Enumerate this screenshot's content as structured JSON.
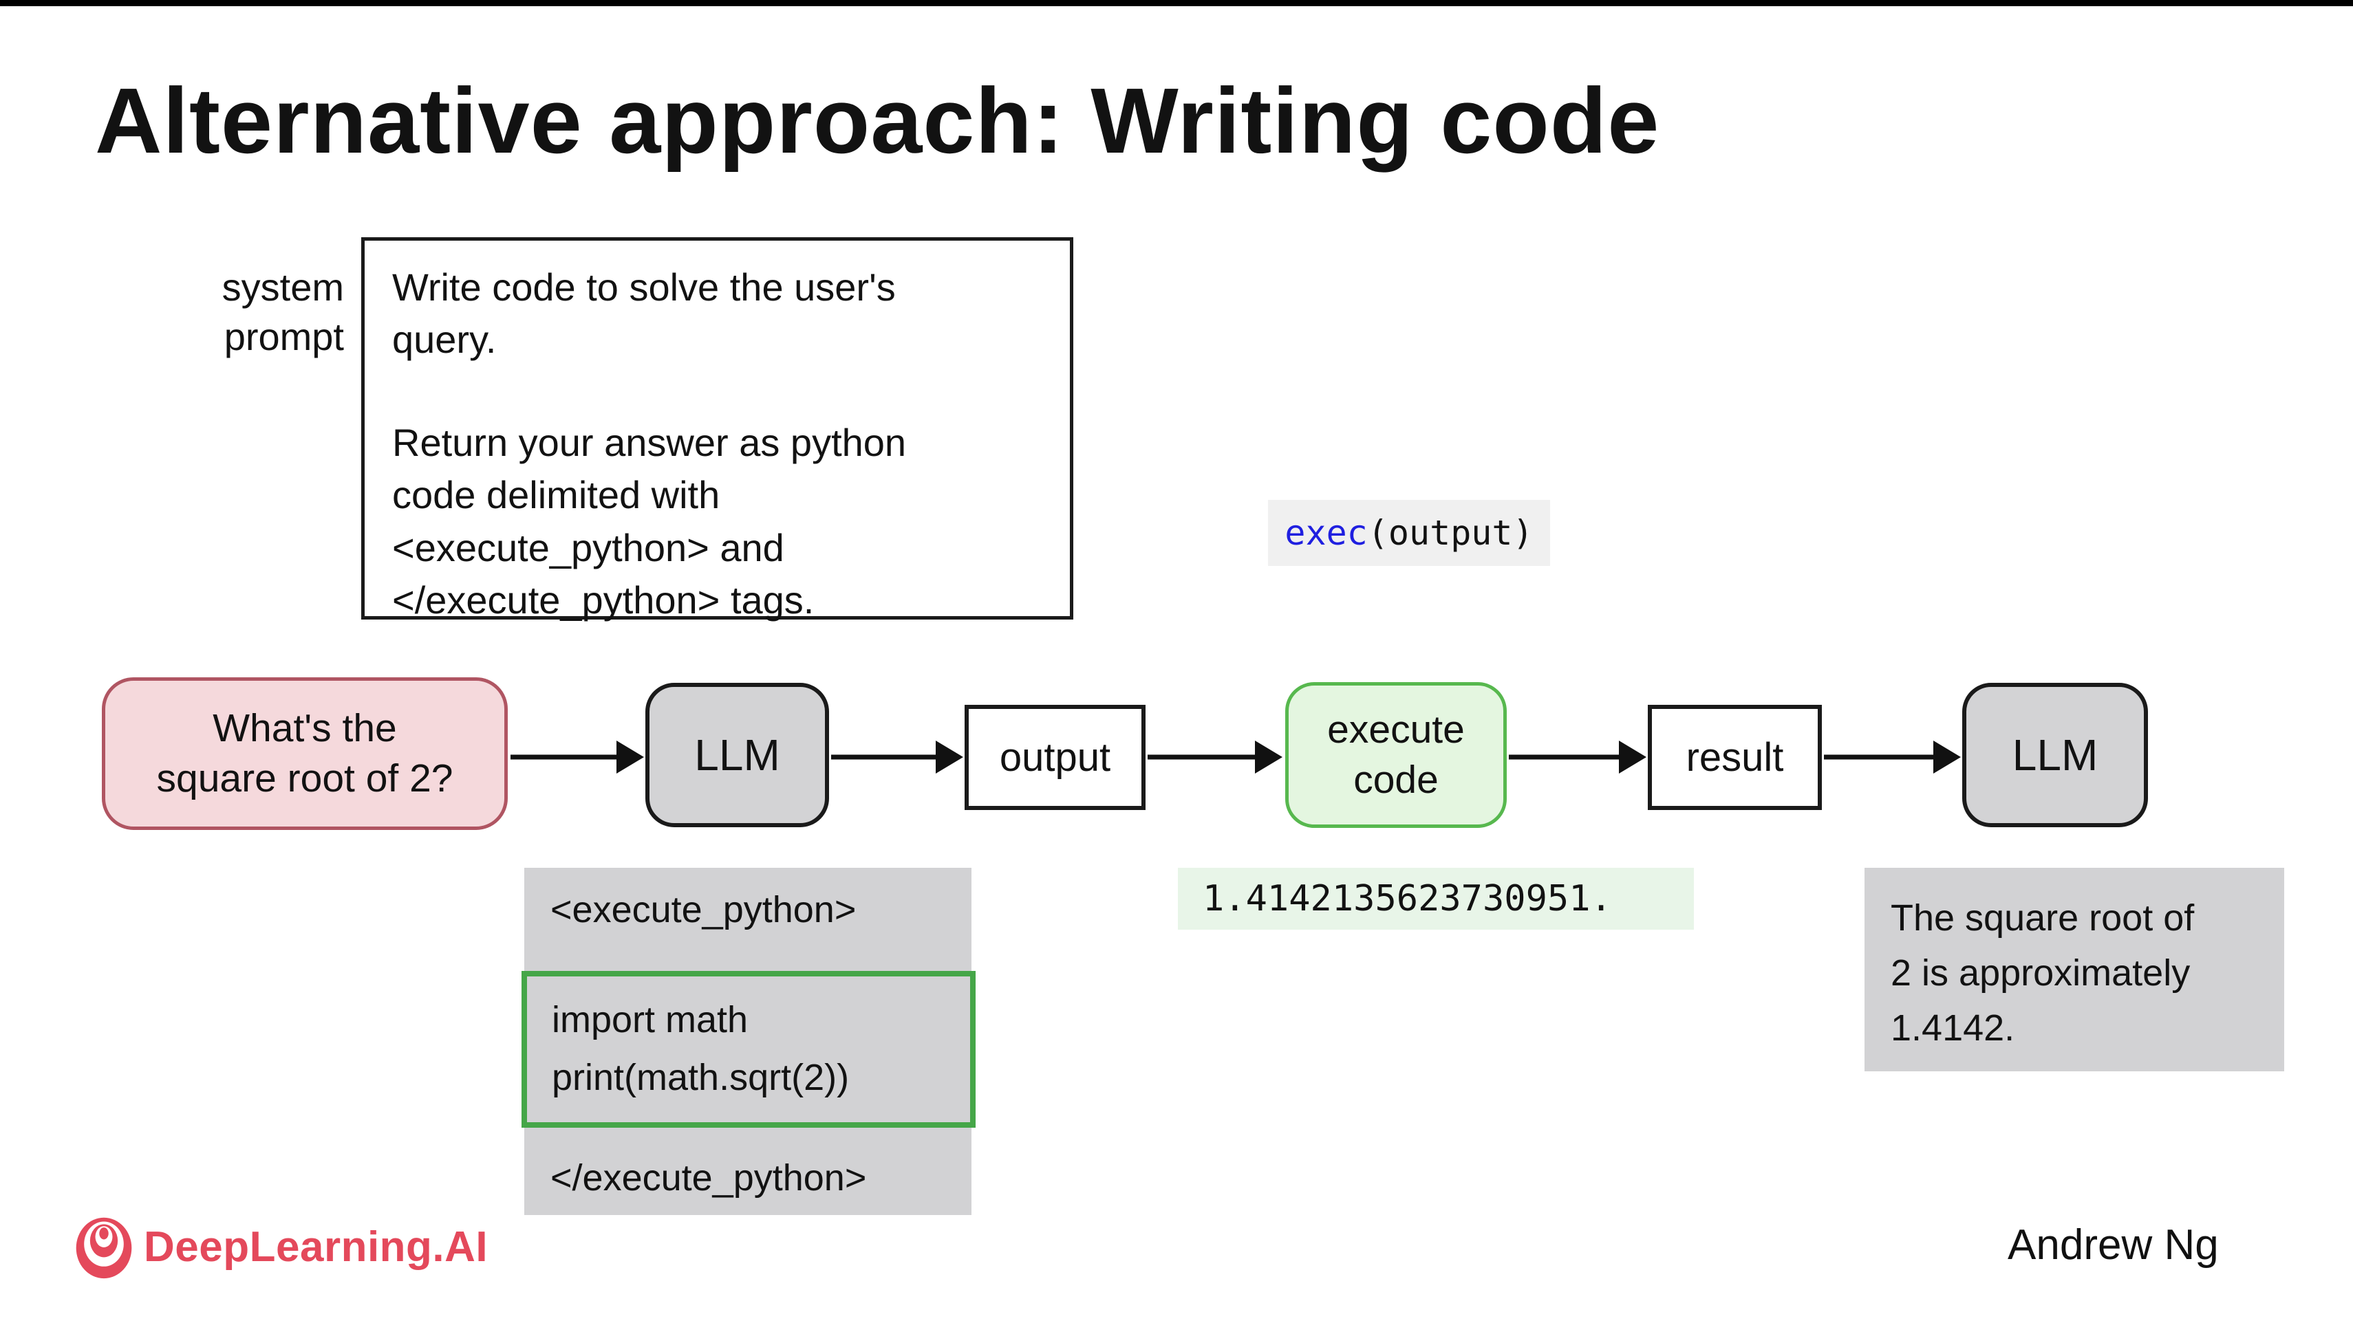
{
  "slide": {
    "title": "Alternative approach: Writing code",
    "author": "Andrew Ng",
    "brand": "DeepLearning.AI"
  },
  "system_prompt": {
    "label_lines": [
      "system",
      "prompt"
    ],
    "paragraphs": [
      "Write code to solve the user's query.",
      "Return your answer as python code delimited with <execute_python> and </execute_python> tags."
    ]
  },
  "exec_call": {
    "keyword": "exec",
    "args": "(output)"
  },
  "flow": {
    "nodes": [
      {
        "id": "user-query",
        "label_lines": [
          "What's the",
          "square root of 2?"
        ]
      },
      {
        "id": "llm-1",
        "label": "LLM"
      },
      {
        "id": "output",
        "label": "output"
      },
      {
        "id": "execute-code",
        "label_lines": [
          "execute",
          "code"
        ]
      },
      {
        "id": "result",
        "label": "result"
      },
      {
        "id": "llm-2",
        "label": "LLM"
      }
    ]
  },
  "llm_output": {
    "open_tag": "<execute_python>",
    "code_lines": [
      "import math",
      "print(math.sqrt(2))"
    ],
    "close_tag": "</execute_python>"
  },
  "execution_result": {
    "value": "1.4142135623730951."
  },
  "final_answer": {
    "text": "The square root of 2 is approximately 1.4142."
  },
  "colors": {
    "user_query_fill": "#f5d9dc",
    "user_query_border": "#b05562",
    "llm_fill": "#d3d3d5",
    "node_border": "#1a1a1a",
    "execute_fill": "#e4f6e0",
    "execute_border": "#57b84e",
    "code_block_fill": "#d2d2d4",
    "code_box_border": "#45a648",
    "result_fill": "#e8f5e8",
    "exec_chip_fill": "#f0f0f0",
    "exec_keyword_blue": "#1f1fe0",
    "brand_red": "#e4495b",
    "top_bar": "#000000"
  }
}
